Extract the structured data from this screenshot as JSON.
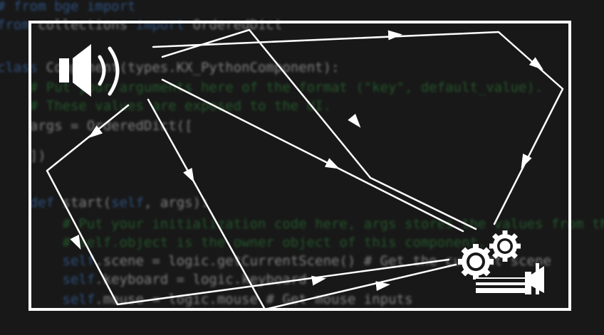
{
  "background_code": [
    {
      "segments": [
        {
          "t": "# from bge import ",
          "c": "kw"
        }
      ]
    },
    {
      "segments": [
        {
          "t": "from ",
          "c": "kw"
        },
        {
          "t": "collections ",
          "c": "nm"
        },
        {
          "t": "import ",
          "c": "kw"
        },
        {
          "t": "OrderedDict",
          "c": "nm"
        }
      ]
    },
    {
      "segments": [
        {
          "t": "",
          "c": "nm"
        }
      ]
    },
    {
      "segments": [
        {
          "t": "class ",
          "c": "kw"
        },
        {
          "t": "Component(types.KX_PythonComponent):",
          "c": "nm"
        }
      ]
    },
    {
      "segments": [
        {
          "t": "    # Put your arguments here of the format (\"key\", default_value).",
          "c": "cm"
        }
      ]
    },
    {
      "segments": [
        {
          "t": "    # These values are exposed to the UI.",
          "c": "cm"
        }
      ]
    },
    {
      "segments": [
        {
          "t": "    args = OrderedDict([",
          "c": "nm"
        }
      ]
    },
    {
      "segments": [
        {
          "t": "    ])",
          "c": "nm"
        }
      ]
    },
    {
      "segments": [
        {
          "t": "",
          "c": "nm"
        }
      ]
    },
    {
      "segments": [
        {
          "t": "    ",
          "c": "nm"
        },
        {
          "t": "def ",
          "c": "kw"
        },
        {
          "t": "start(",
          "c": "nm"
        },
        {
          "t": "self",
          "c": "kw"
        },
        {
          "t": ", args):",
          "c": "nm"
        }
      ]
    },
    {
      "segments": [
        {
          "t": "        # Put your initialization code here, args stores the values from the UI.",
          "c": "cm"
        }
      ]
    },
    {
      "segments": [
        {
          "t": "        # self.object is the owner object of this component.",
          "c": "cm"
        }
      ]
    },
    {
      "segments": [
        {
          "t": "        ",
          "c": "nm"
        },
        {
          "t": "self",
          "c": "kw"
        },
        {
          "t": ".scene = logic.getCurrentScene() # Get the current scene",
          "c": "nm"
        }
      ]
    },
    {
      "segments": [
        {
          "t": "        ",
          "c": "nm"
        },
        {
          "t": "self",
          "c": "kw"
        },
        {
          "t": ".keyboard = logic.keyboard",
          "c": "nm"
        }
      ]
    },
    {
      "segments": [
        {
          "t": "        ",
          "c": "nm"
        },
        {
          "t": "self",
          "c": "kw"
        },
        {
          "t": ".mouse = logic.mouse # Get mouse inputs",
          "c": "nm"
        }
      ]
    }
  ],
  "icons": {
    "speaker": "speaker-icon",
    "camera": "movie-camera-with-gears-icon"
  },
  "colors": {
    "background": "#181818",
    "stroke": "#ffffff",
    "code_keyword": "#3f7fd0",
    "code_comment": "#2e8a3a"
  }
}
